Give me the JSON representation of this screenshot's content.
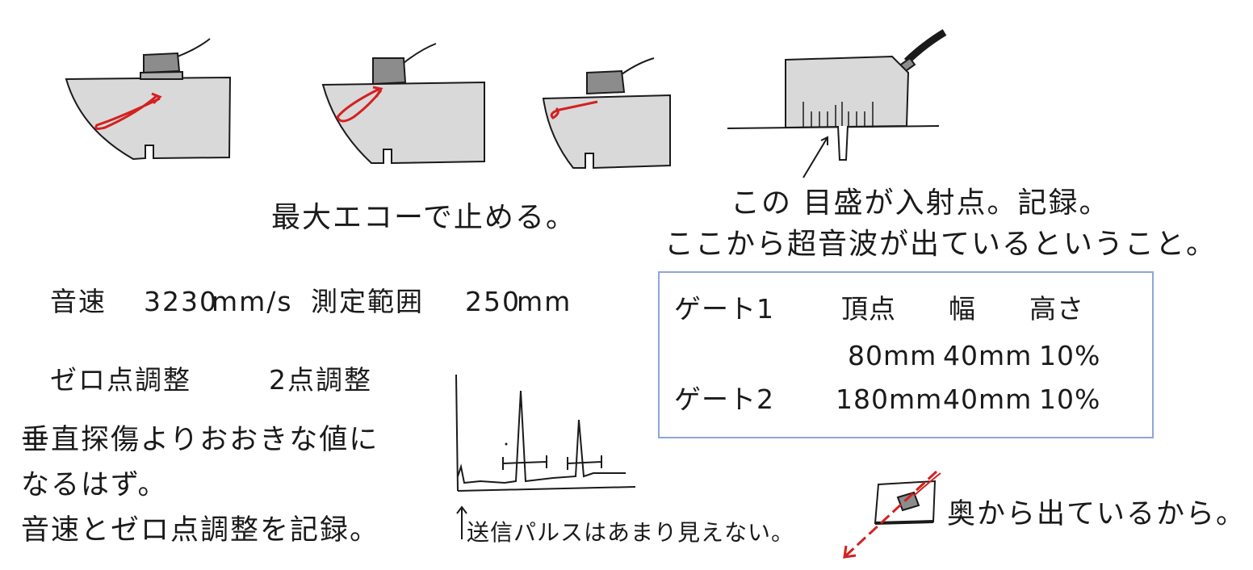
{
  "captions": {
    "max_echo": "最大エコーで止める。",
    "incident_point_line1": "この 目盛が入射点。記録。",
    "incident_point_line2": "ここから超音波が出ているということ。"
  },
  "settings": {
    "velocity_label": "音速",
    "velocity_value": "3230",
    "velocity_unit": "mm/s",
    "range_label": "測定範囲",
    "range_value": "250",
    "range_unit": "mm",
    "zero_label": "ゼロ点調整",
    "zero_value": "2点調整"
  },
  "notes": {
    "line1": "垂直探傷よりおおきな値に",
    "line2": "なるはず。",
    "line3": "音速とゼロ点調整を記録。",
    "pulse": "送信パルスはあまり見えない。",
    "back": "奥から出ているから。"
  },
  "gate_table": {
    "columns": [
      "頂点",
      "幅",
      "高さ"
    ],
    "rows": [
      {
        "label": "ゲート1",
        "values": [
          "80mm",
          "40mm",
          "10%"
        ]
      },
      {
        "label": "ゲート2",
        "values": [
          "180mm",
          "40mm",
          "10%"
        ]
      }
    ]
  },
  "colors": {
    "ink": "#1a1a1a",
    "block_fill": "#d9d9d9",
    "probe_fill": "#8c8c8c",
    "beam": "#d42020",
    "table_border": "#8ea6d6"
  }
}
